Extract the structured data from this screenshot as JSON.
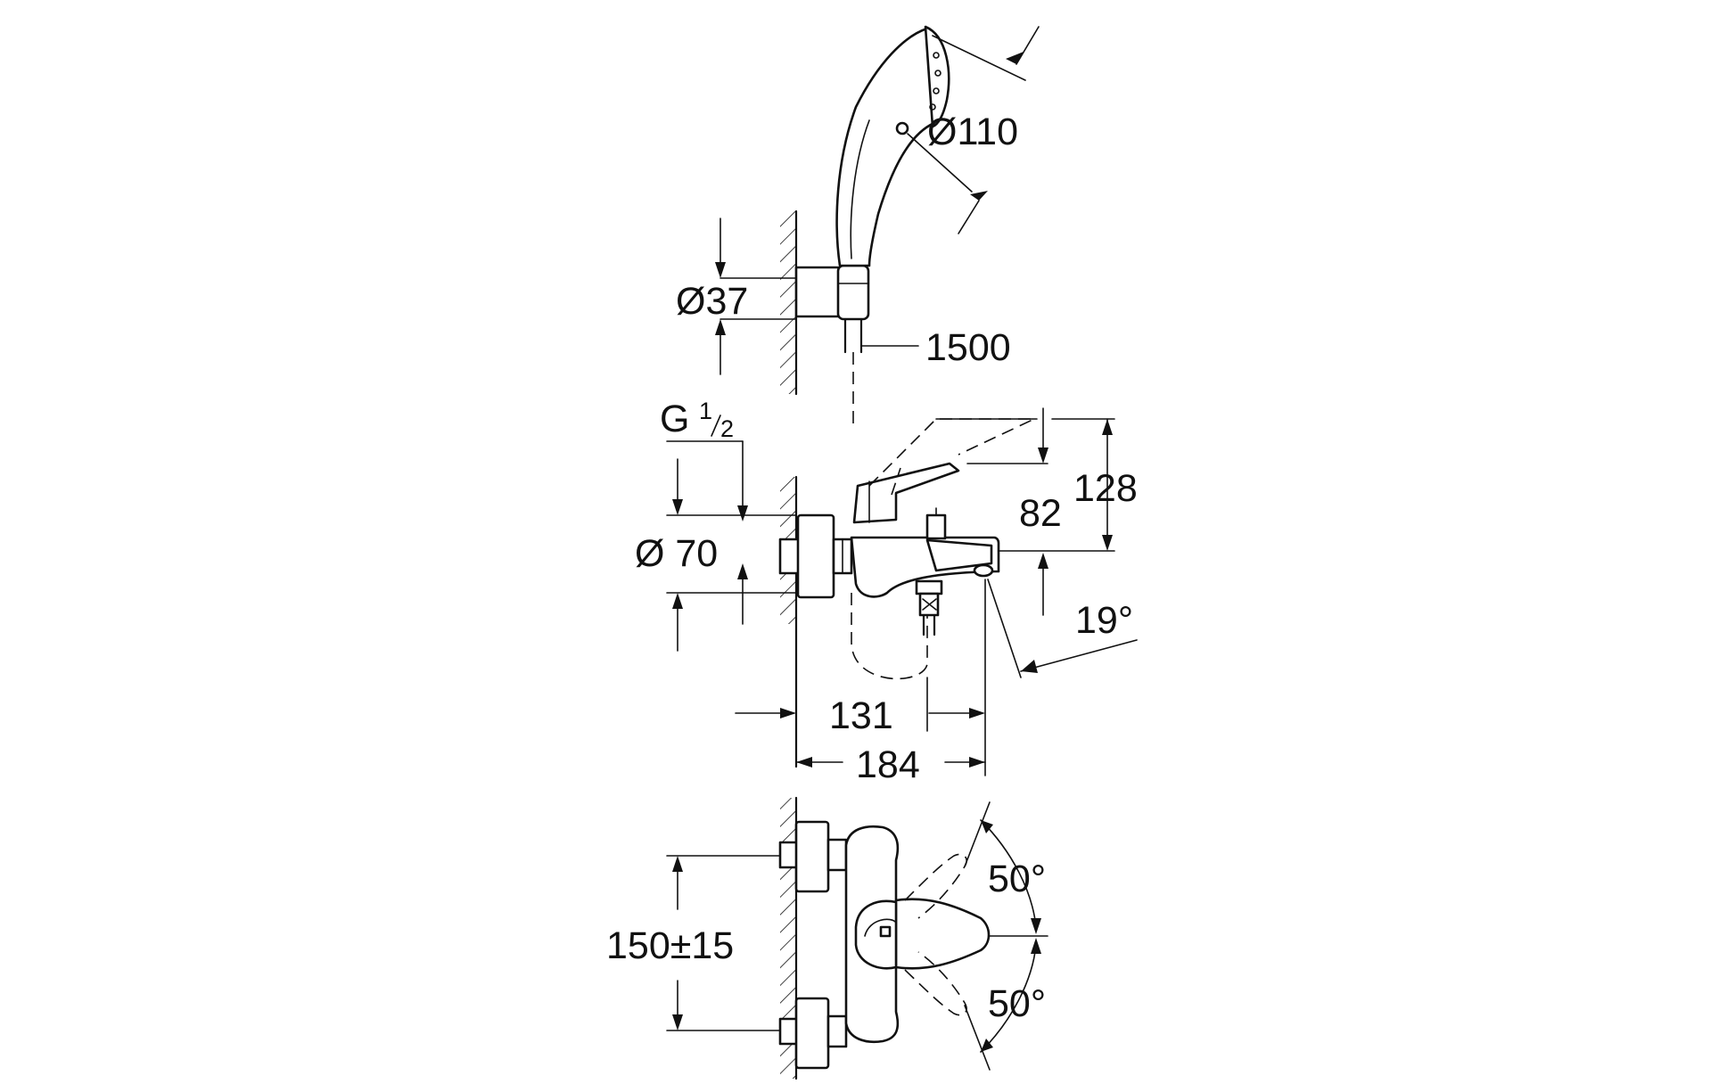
{
  "labels": {
    "d110": "Ø110",
    "d37": "Ø37",
    "hose": "1500",
    "g": "G",
    "g_num": "1",
    "g_den": "2",
    "d70": "Ø 70",
    "h82": "82",
    "h128": "128",
    "ang19": "19°",
    "w131": "131",
    "w184": "184",
    "c150": "150±15",
    "ang50_top": "50°",
    "ang50_bot": "50°"
  },
  "colors": {
    "line": "#111111",
    "background": "#ffffff"
  }
}
